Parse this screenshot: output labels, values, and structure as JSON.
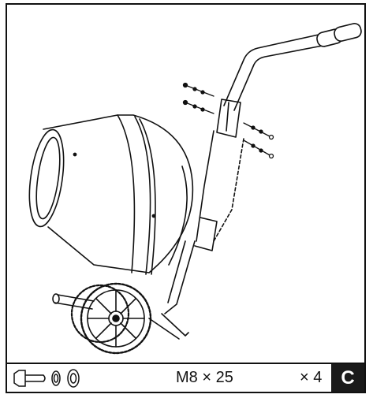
{
  "footer": {
    "bolt_spec": "M8 × 25",
    "quantity": "× 4",
    "step_letter": "C"
  },
  "icons": [
    "bolt-icon",
    "spring-washer-icon",
    "flat-washer-icon"
  ],
  "colors": {
    "line": "#111111",
    "badge": "#1a1a1a"
  }
}
